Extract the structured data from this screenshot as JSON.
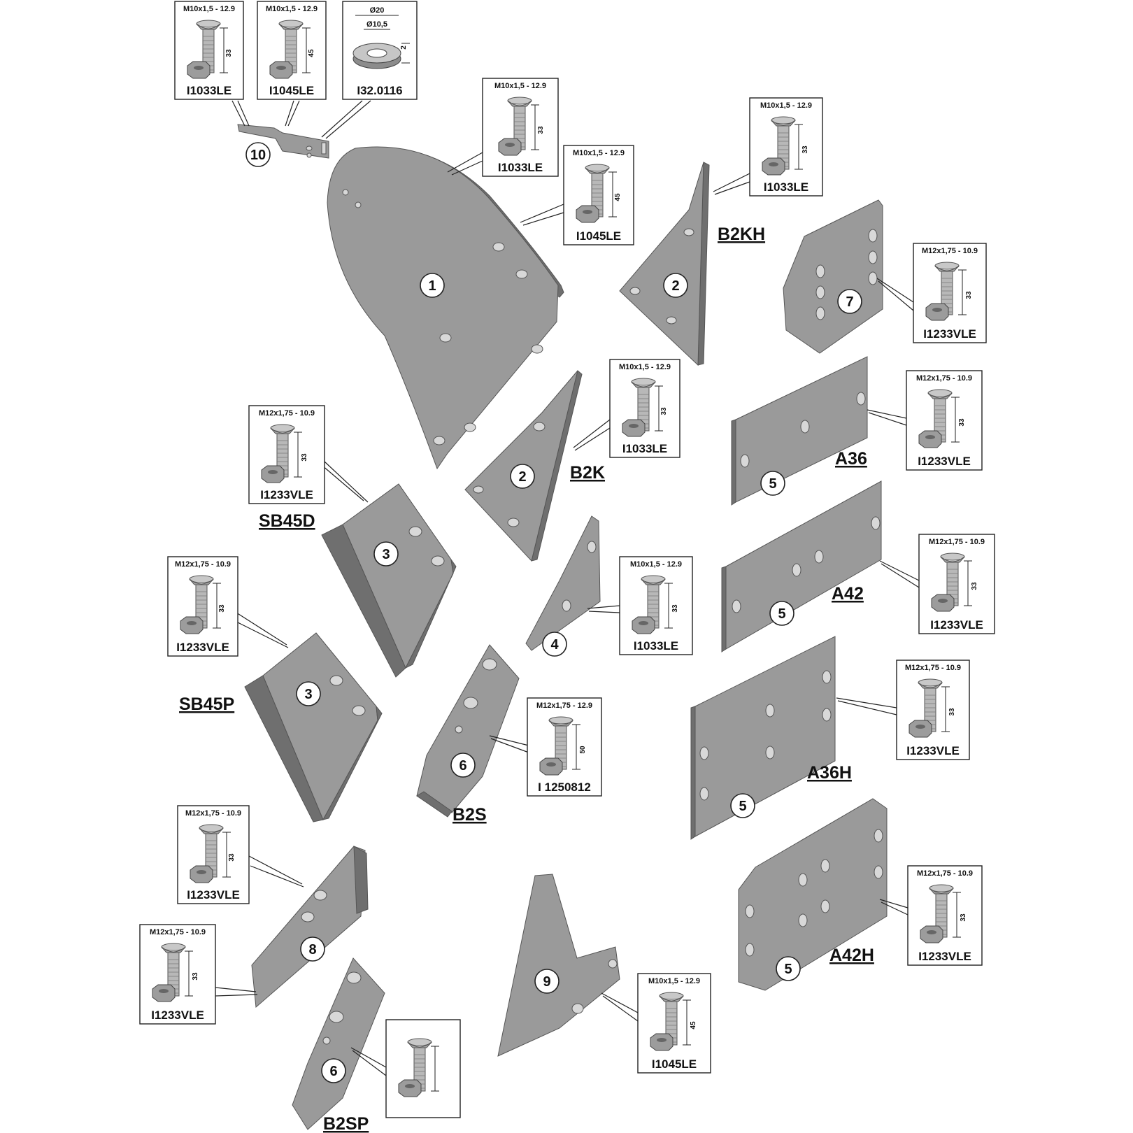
{
  "bolt_boxes": [
    {
      "spec": "M10x1,5 - 12.9",
      "code": "I1033LE",
      "length": "33"
    },
    {
      "spec": "M10x1,5 - 12.9",
      "code": "I1045LE",
      "length": "45"
    },
    {
      "spec": "M10x1,5 - 12.9",
      "code": "I1033LE",
      "length": "33"
    },
    {
      "spec": "M10x1,5 - 12.9",
      "code": "I1045LE",
      "length": "45"
    },
    {
      "spec": "M10x1,5 - 12.9",
      "code": "I1033LE",
      "length": "33"
    },
    {
      "spec": "M12x1,75 - 10.9",
      "code": "I1233VLE",
      "length": "33"
    },
    {
      "spec": "M10x1,5 - 12.9",
      "code": "I1033LE",
      "length": "33"
    },
    {
      "spec": "M12x1,75 - 10.9",
      "code": "I1233VLE",
      "length": "33"
    },
    {
      "spec": "M12x1,75 - 10.9",
      "code": "I1233VLE",
      "length": "33"
    },
    {
      "spec": "M12x1,75 - 10.9",
      "code": "I1233VLE",
      "length": "33"
    },
    {
      "spec": "M10x1,5 - 12.9",
      "code": "I1033LE",
      "length": "33"
    },
    {
      "spec": "M12x1,75 - 10.9",
      "code": "I1233VLE",
      "length": "33"
    },
    {
      "spec": "M12x1,75 - 10.9",
      "code": "I1233VLE",
      "length": "33"
    },
    {
      "spec": "M12x1,75 - 12.9",
      "code": "I 1250812",
      "length": "50"
    },
    {
      "spec": "M12x1,75 - 10.9",
      "code": "I1233VLE",
      "length": "33"
    },
    {
      "spec": "M12x1,75 - 10.9",
      "code": "I1233VLE",
      "length": "33"
    },
    {
      "spec": "M12x1,75 - 10.9",
      "code": "I1233VLE",
      "length": "33"
    },
    {
      "spec": "M10x1,5 - 12.9",
      "code": "I1045LE",
      "length": "45"
    }
  ],
  "washer_box": {
    "outer": "Ø20",
    "inner": "Ø10,5",
    "thickness": "2",
    "code": "I32.0116"
  },
  "part_labels": [
    "B2KH",
    "B2K",
    "SB45D",
    "SB45P",
    "A36",
    "A42",
    "A36H",
    "A42H",
    "B2S",
    "B2SP"
  ],
  "part_numbers": [
    "10",
    "1",
    "2",
    "2",
    "7",
    "3",
    "3",
    "4",
    "5",
    "5",
    "5",
    "5",
    "6",
    "6",
    "8",
    "9"
  ],
  "colors": {
    "part": "#9a9a9a",
    "part_edge": "#6f6f6f",
    "hole": "#d8d8d8",
    "line": "#222222"
  }
}
